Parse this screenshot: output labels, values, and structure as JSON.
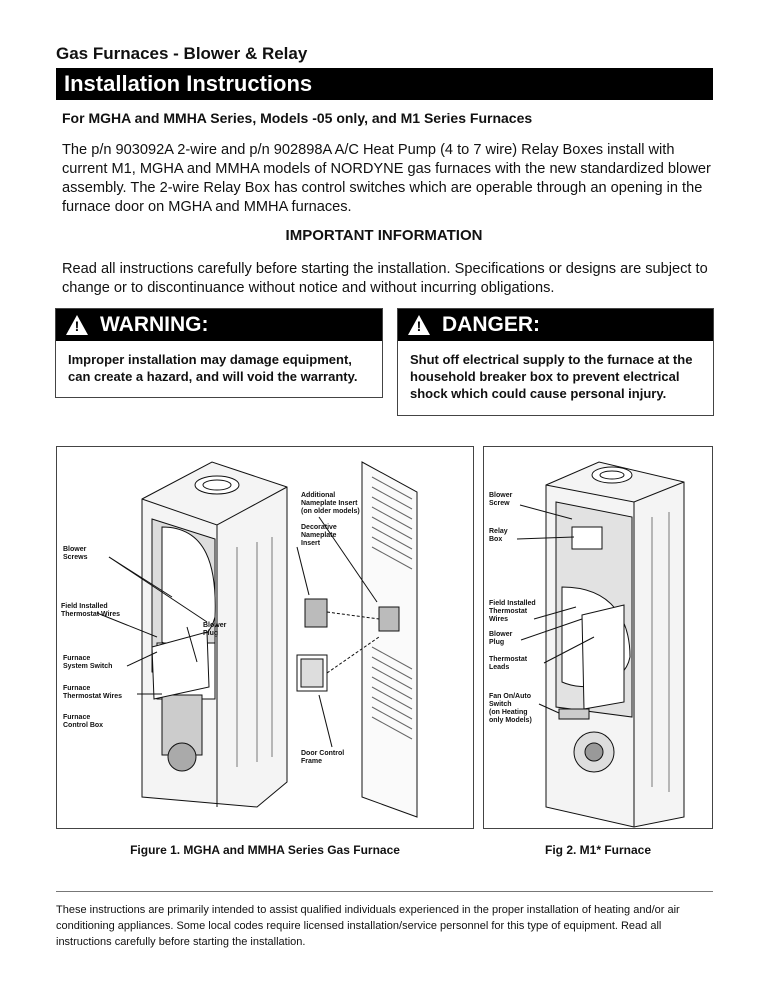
{
  "header": {
    "category": "Gas Furnaces - Blower & Relay",
    "title": "Installation Instructions",
    "for_line": "For  MGHA and MMHA Series, Models -05 only, and M1 Series Furnaces"
  },
  "intro": "The p/n 903092A 2-wire and p/n 902898A A/C Heat Pump (4 to 7 wire) Relay Boxes install with current M1, MGHA and MMHA models of NORDYNE gas furnaces with the new standardized blower assembly. The 2-wire Relay Box has control switches which are operable through an opening in the furnace door on MGHA and MMHA furnaces.",
  "important": {
    "heading": "IMPORTANT INFORMATION",
    "text": "Read all instructions carefully before starting the installation. Specifications or designs are subject to change or to discontinuance without notice and without incurring obligations."
  },
  "warning": {
    "symbol": "!",
    "title": "WARNING:",
    "text": "Improper installation may damage equipment, can create a hazard, and will void the warranty."
  },
  "danger": {
    "symbol": "!",
    "title": "DANGER:",
    "text": "Shut off electrical supply to the furnace at the household breaker box to prevent electrical shock which could cause personal injury."
  },
  "figure1": {
    "caption": "Figure 1. MGHA and MMHA Series Gas Furnace",
    "labels": {
      "blower_screws_1": "Blower",
      "blower_screws_2": "Screws",
      "field_wires_1": "Field Installed",
      "field_wires_2": "Thermostat Wires",
      "blower_plug_1": "Blower",
      "blower_plug_2": "Plug",
      "system_switch_1": "Furnace",
      "system_switch_2": "System Switch",
      "thermostat_wires_1": "Furnace",
      "thermostat_wires_2": "Thermostat Wires",
      "control_box_1": "Furnace",
      "control_box_2": "Control Box",
      "add_nameplate_1": "Additional",
      "add_nameplate_2": "Nameplate Insert",
      "add_nameplate_3": "(on older models)",
      "deco_nameplate_1": "Decorative",
      "deco_nameplate_2": "Nameplate",
      "deco_nameplate_3": "Insert",
      "door_frame_1": "Door Control",
      "door_frame_2": "Frame"
    }
  },
  "figure2": {
    "caption": "Fig 2. M1* Furnace",
    "labels": {
      "blower_screw_1": "Blower",
      "blower_screw_2": "Screw",
      "relay_box_1": "Relay",
      "relay_box_2": "Box",
      "field_wires_1": "Field Installed",
      "field_wires_2": "Thermostat",
      "field_wires_3": "Wires",
      "blower_plug_1": "Blower",
      "blower_plug_2": "Plug",
      "thermostat_leads_1": "Thermostat",
      "thermostat_leads_2": "Leads",
      "fan_switch_1": "Fan On/Auto",
      "fan_switch_2": "Switch",
      "fan_switch_3": "(on Heating",
      "fan_switch_4": "only Models)"
    }
  },
  "footer": "These instructions are primarily intended to assist qualified individuals experienced in the proper installation of heating and/or air conditioning appliances. Some local codes require licensed installation/service personnel for this type of equipment. Read all instructions carefully before starting the installation."
}
